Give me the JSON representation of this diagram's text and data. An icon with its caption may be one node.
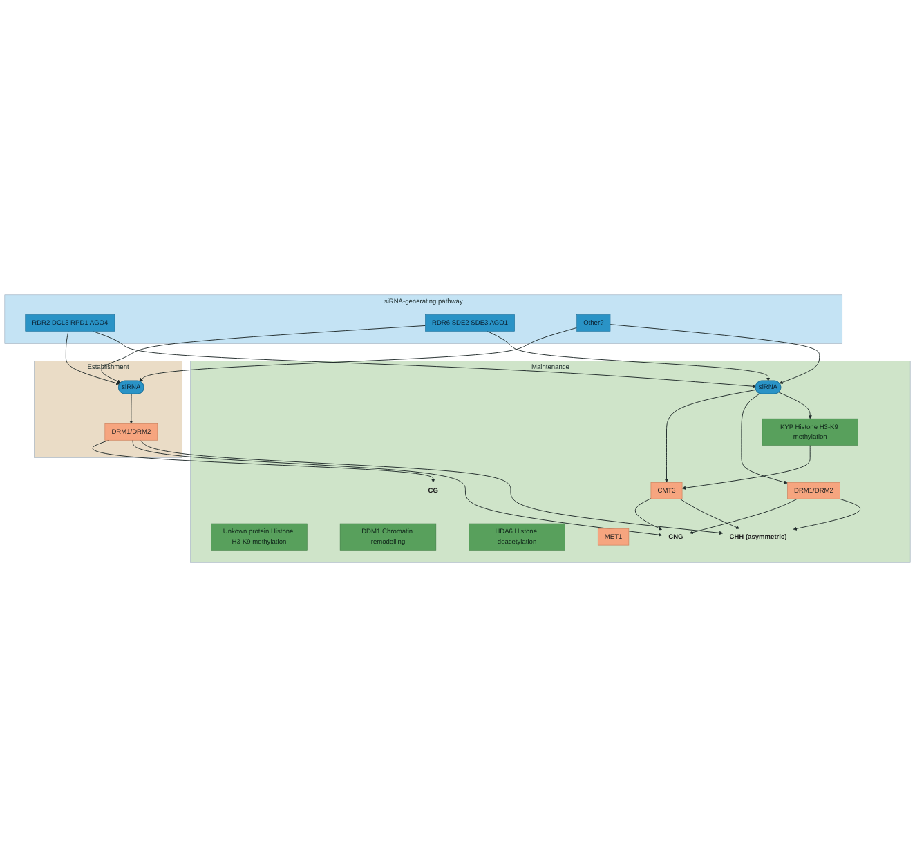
{
  "diagram": {
    "nodes": [
      {
        "text": [
          "siRNA-generating pathway"
        ]
      },
      {
        "text": [
          "RDR2 DCL3 RPD1 AGO4"
        ],
        "in": 0
      },
      {
        "text": [
          "RDR6 SDE2 SDE3 AGO1"
        ],
        "in": 0
      },
      {
        "text": [
          "Other?"
        ],
        "in": 0
      },
      {
        "text": [
          "Establishment"
        ]
      },
      {
        "text": [
          "DRM1/DRM2"
        ],
        "in": 4
      },
      {
        "text": [
          "siRNA"
        ],
        "in": 4
      },
      {
        "text": [
          "Maintenance"
        ]
      },
      {
        "text": [
          "CG"
        ],
        "in": 7
      },
      {
        "text": [
          "CNG"
        ],
        "in": 7
      },
      {
        "text": [
          "CHH (asymmetric)"
        ],
        "in": 7
      },
      {
        "text": [
          "DDM1 Chromatin remodelling"
        ],
        "in": 7
      },
      {
        "text": [
          "MET1"
        ],
        "in": 7
      },
      {
        "text": [
          "HDA6 Histone deacetylation"
        ],
        "in": 7
      },
      {
        "text": [
          "CMT3"
        ],
        "in": 7
      },
      {
        "text": [
          "DRM1/DRM2"
        ],
        "in": 7
      },
      {
        "text": [
          "siRNA"
        ],
        "in": 7
      },
      {
        "text": [
          "KYP Histone H3-K9 methylation"
        ],
        "in": 7
      },
      {
        "text": [
          "Unkown protein Histone H3-K9 methylation"
        ],
        "in": 7
      }
    ],
    "edges": [
      {
        "from": 1,
        "to": 6,
        "arrow": "to"
      },
      {
        "from": 2,
        "to": 6,
        "arrow": "to"
      },
      {
        "from": 3,
        "to": 6,
        "arrow": "to"
      },
      {
        "from": 1,
        "to": 16,
        "arrow": "to"
      },
      {
        "from": 2,
        "to": 16,
        "arrow": "to"
      },
      {
        "from": 3,
        "to": 16,
        "arrow": "to"
      },
      {
        "from": 6,
        "to": 5,
        "arrow": "to"
      },
      {
        "from": 5,
        "to": 8,
        "arrow": "to"
      },
      {
        "from": 5,
        "to": 9,
        "arrow": "to"
      },
      {
        "from": 5,
        "to": 10,
        "arrow": "to"
      },
      {
        "from": 14,
        "to": 9,
        "arrow": "to"
      },
      {
        "from": 14,
        "to": 10,
        "arrow": "to"
      },
      {
        "from": 15,
        "to": 9,
        "arrow": "to"
      },
      {
        "from": 15,
        "to": 10,
        "arrow": "to"
      },
      {
        "from": 16,
        "to": 14,
        "arrow": "to"
      },
      {
        "from": 16,
        "to": 15,
        "arrow": "to"
      },
      {
        "from": 16,
        "to": 17,
        "arrow": "to"
      },
      {
        "from": 17,
        "to": 14,
        "arrow": "to"
      }
    ]
  }
}
